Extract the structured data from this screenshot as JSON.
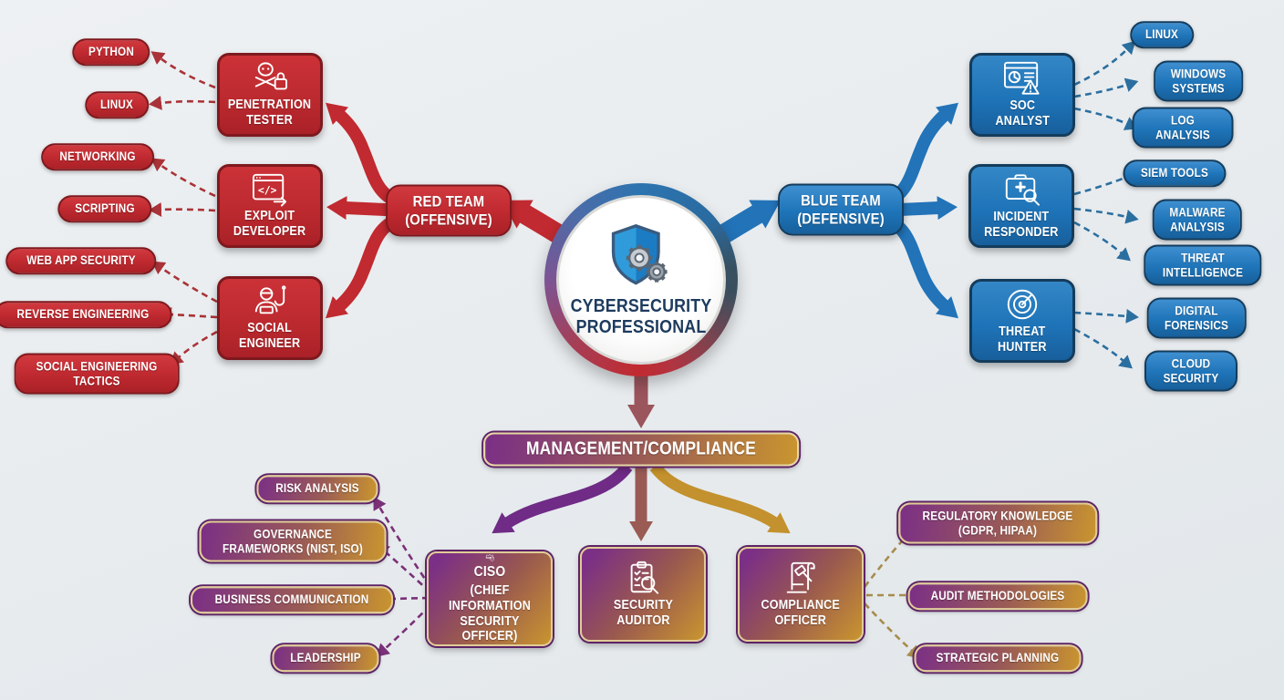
{
  "palette": {
    "background": "#E8EBEE",
    "red": "#C12A30",
    "red_border": "#7E191E",
    "blue": "#1E74B8",
    "blue_border": "#143C5C",
    "purple": "#7B2F86",
    "gold": "#C9952F",
    "cream_border": "#E0CC96",
    "center_text": "#1E3B5E",
    "node_text": "#FFFFFF"
  },
  "center": {
    "title": "CYBERSECURITY\nPROFESSIONAL",
    "icon": "shield-gears-icon"
  },
  "red_team": {
    "label": "RED TEAM\n(OFFENSIVE)",
    "roles": [
      {
        "label": "PENETRATION\nTESTER",
        "icon": "skull-crossbones-lock-icon",
        "skills": [
          "PYTHON",
          "LINUX"
        ]
      },
      {
        "label": "EXPLOIT\nDEVELOPER",
        "icon": "code-window-icon",
        "code_glyph": "</>",
        "skills": [
          "NETWORKING",
          "SCRIPTING"
        ]
      },
      {
        "label": "SOCIAL\nENGINEER",
        "icon": "hacker-phishing-hook-icon",
        "skills": [
          "WEB APP SECURITY",
          "REVERSE ENGINEERING",
          "SOCIAL ENGINEERING\nTACTICS"
        ]
      }
    ]
  },
  "blue_team": {
    "label": "BLUE TEAM\n(DEFENSIVE)",
    "roles": [
      {
        "label": "SOC\nANALYST",
        "icon": "dashboard-alert-icon",
        "skills": [
          "LINUX",
          "WINDOWS SYSTEMS",
          "LOG ANALYSIS"
        ]
      },
      {
        "label": "INCIDENT\nRESPONDER",
        "icon": "first-aid-magnifier-icon",
        "skills": [
          "SIEM TOOLS",
          "MALWARE ANALYSIS",
          "THREAT INTELLIGENCE"
        ]
      },
      {
        "label": "THREAT\nHUNTER",
        "icon": "radar-icon",
        "skills": [
          "DIGITAL FORENSICS",
          "CLOUD SECURITY"
        ]
      }
    ]
  },
  "management": {
    "label": "MANAGEMENT/COMPLIANCE",
    "roles": [
      {
        "label": "CISO",
        "sublabel": "(CHIEF INFORMATION\nSECURITY OFFICER)",
        "icon": "crown-shield-icon",
        "skills": [
          "RISK ANALYSIS",
          "GOVERNANCE\nFRAMEWORKS (NIST, ISO)",
          "BUSINESS COMMUNICATION",
          "LEADERSHIP"
        ]
      },
      {
        "label": "SECURITY\nAUDITOR",
        "icon": "clipboard-magnifier-icon",
        "skills": []
      },
      {
        "label": "COMPLIANCE\nOFFICER",
        "icon": "gavel-scroll-icon",
        "skills": [
          "REGULATORY KNOWLEDGE\n(GDPR, HIPAA)",
          "AUDIT METHODOLOGIES",
          "STRATEGIC PLANNING"
        ]
      }
    ]
  }
}
